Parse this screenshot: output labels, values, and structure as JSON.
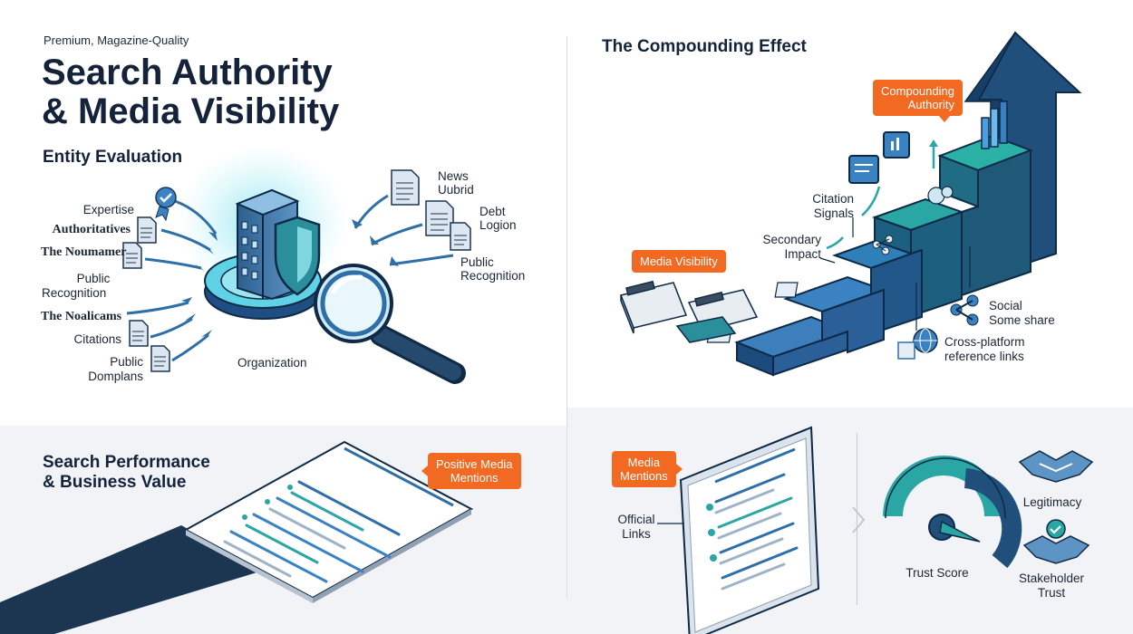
{
  "header": {
    "kicker": "Premium, Magazine-Quality",
    "title_line1": "Search Authority",
    "title_line2": "& Media Visibility"
  },
  "entity": {
    "heading": "Entity Evaluation",
    "center_label": "Organization",
    "left_labels": [
      "Expertise",
      "Authoritatives",
      "The Noumamer",
      "Public",
      "Recognition",
      "The Noalicams",
      "Citations",
      "Public",
      "Domplans"
    ],
    "right_labels": [
      "News",
      "Uubrid",
      "Debt",
      "Logion",
      "Public",
      "Recognition"
    ]
  },
  "compounding": {
    "heading": "The Compounding Effect",
    "tag_top": [
      "Compounding",
      "Authority"
    ],
    "tag_media": "Media Visibility",
    "citation": [
      "Citation",
      "Signals"
    ],
    "secondary": [
      "Secondary",
      "Impact"
    ],
    "social": [
      "Social",
      "Some share"
    ],
    "cross": [
      "Cross-platform",
      "reference links"
    ]
  },
  "performance": {
    "heading_line1": "Search Performance",
    "heading_line2": "& Business Value",
    "tag": [
      "Positive Media",
      "Mentions"
    ]
  },
  "trust": {
    "tag": [
      "Media",
      "Mentions"
    ],
    "official": [
      "Official",
      "Links"
    ],
    "trust_score": "Trust Score",
    "legitimacy": "Legitimacy",
    "stakeholder": [
      "Stakeholder",
      "Trust"
    ]
  },
  "colors": {
    "navy": "#14233a",
    "orange": "#f26a22",
    "blue": "#2f6fa8",
    "teal": "#2aa7a4",
    "light_panel": "#f1f3f6"
  },
  "icons": [
    "document-icon",
    "badge-check-icon",
    "building-icon",
    "shield-icon",
    "magnifier-icon",
    "newspaper-icon",
    "bar-chart-icon",
    "chat-icon",
    "share-icon",
    "globe-icon",
    "gauge-icon",
    "handshake-icon",
    "browser-window-icon",
    "up-arrow-icon"
  ]
}
